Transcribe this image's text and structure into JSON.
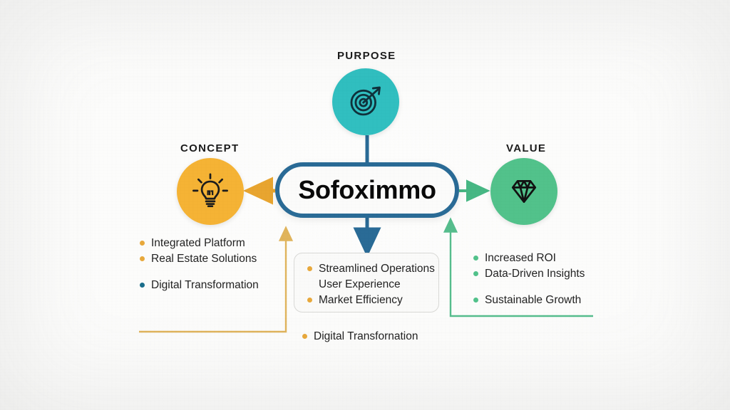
{
  "diagram": {
    "title": "Sofoximmo",
    "center": {
      "label": "Sofoximmo",
      "border_color": "#2a6b96",
      "fill_color": "#fbfbfa"
    },
    "branches": [
      {
        "id": "concept",
        "heading": "CONCEPT",
        "icon": "lightbulb-icon",
        "circle_color": "#f5b335",
        "accent_color": "#e8a530",
        "arrow_direction": "left"
      },
      {
        "id": "purpose",
        "heading": "PURPOSE",
        "icon": "target-icon",
        "circle_color": "#31bfc0",
        "accent_color": "#2a6b96",
        "arrow_direction": "up"
      },
      {
        "id": "value",
        "heading": "VALUE",
        "icon": "diamond-icon",
        "circle_color": "#52c28b",
        "accent_color": "#47b784",
        "arrow_direction": "right"
      }
    ],
    "concept_list": [
      {
        "text": "Integrated Platform",
        "dot_color": "#e8a93c"
      },
      {
        "text": "Real Estate Solutions",
        "dot_color": "#e8a93c"
      },
      {
        "text": "",
        "dot_color": "transparent"
      },
      {
        "text": "Digital Transformation",
        "dot_color": "#1b6e8c"
      }
    ],
    "middle_list": [
      {
        "text": "Streamlined Operations",
        "dot_color": "#e8a93c"
      },
      {
        "text": "User Experience",
        "dot_color": "transparent"
      },
      {
        "text": "Market Efficiency",
        "dot_color": "#e8a93c"
      }
    ],
    "value_list": [
      {
        "text": "Increased ROI",
        "dot_color": "#52c28b"
      },
      {
        "text": "Data-Driven Insights",
        "dot_color": "#52c28b"
      },
      {
        "text": "",
        "dot_color": "transparent"
      },
      {
        "text": "Sustainable Growth",
        "dot_color": "#52c28b"
      }
    ],
    "bottom_list": [
      {
        "text": "Digital Transfornation",
        "dot_color": "#e8a93c"
      }
    ],
    "connectors": {
      "left_arrow_color": "#e8a530",
      "right_arrow_color": "#47b784",
      "up_stem_color": "#2a6b96",
      "down_arrow_color": "#2a6b96",
      "left_elbow_color": "#e0b45c",
      "right_elbow_color": "#56bd8d"
    }
  }
}
